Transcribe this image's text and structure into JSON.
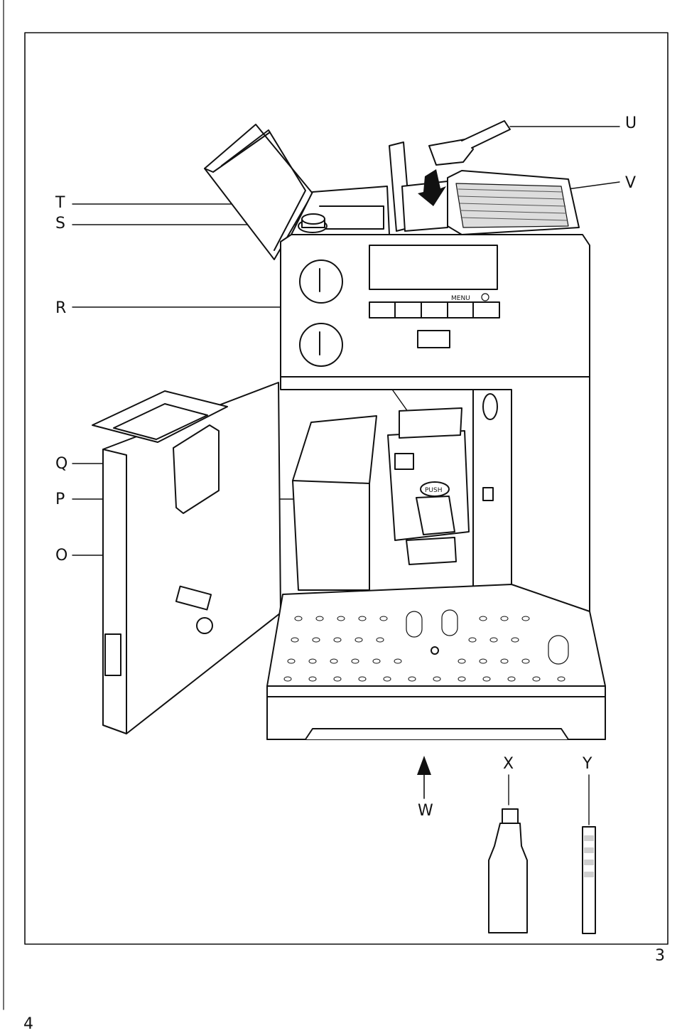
{
  "labels": {
    "T": "T",
    "S": "S",
    "R": "R",
    "Q": "Q",
    "P": "P",
    "O": "O",
    "U": "U",
    "V": "V",
    "W": "W",
    "X": "X",
    "Y": "Y"
  },
  "panel": {
    "menu": "MENU",
    "push": "PUSH"
  },
  "page_numbers": {
    "right": "3",
    "left": "4"
  },
  "colors": {
    "line": "#111111",
    "background": "#ffffff",
    "shade": "#cfcfcf"
  }
}
